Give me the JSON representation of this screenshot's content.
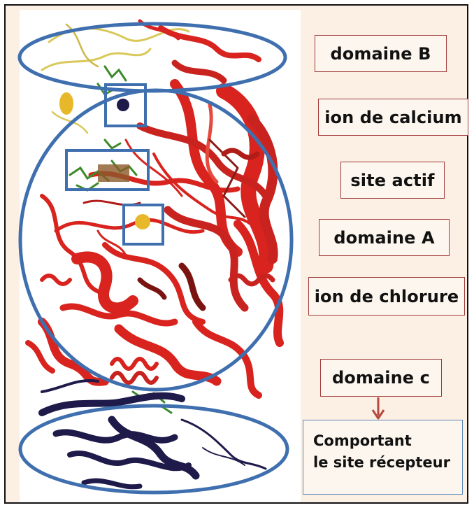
{
  "labels": {
    "domaine_b": "domaine B",
    "ion_calcium": "ion de calcium",
    "site_actif": "site actif",
    "domaine_a": "domaine A",
    "ion_chlorure": "ion de chlorure",
    "domaine_c": "domaine c"
  },
  "receptor": {
    "line1": "Comportant",
    "line2": "le site récepteur"
  },
  "colors": {
    "background": "#fcefe3",
    "protein_red": "#d8231e",
    "protein_dark": "#7a1410",
    "domain_c_navy": "#1e1a4a",
    "ligand_green": "#3c8a2a",
    "ion_yellow": "#e7b92a",
    "ellipse_blue": "#3f6fae",
    "label_border": "#9e3b3b",
    "receptor_border": "#5b86b5",
    "arrow": "#b5473e"
  }
}
